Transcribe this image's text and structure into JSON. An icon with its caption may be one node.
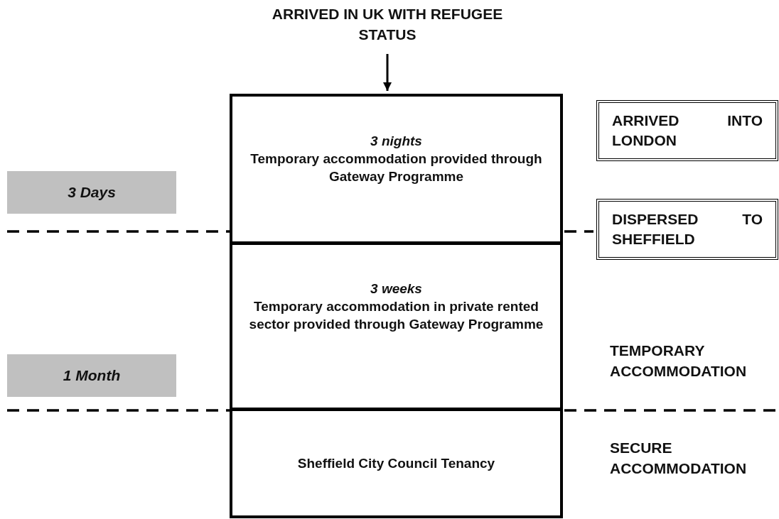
{
  "diagram": {
    "nodes": [
      {
        "text": [
          "ARRIVED IN UK WITH REFUGEE STATUS"
        ]
      },
      {
        "text": [
          "3 nights",
          "Temporary accommodation provided through Gateway Programme"
        ]
      },
      {
        "text": [
          "3 weeks",
          "Temporary accommodation in private rented sector provided through Gateway Programme"
        ]
      },
      {
        "text": [
          "Sheffield City Council Tenancy"
        ]
      },
      {
        "text": [
          "3 Days"
        ]
      },
      {
        "text": [
          "1 Month"
        ]
      },
      {
        "text": [
          "ARRIVED INTO LONDON"
        ]
      },
      {
        "text": [
          "DISPERSED TO SHEFFIELD"
        ]
      }
    ],
    "edges": [
      {
        "from": 0,
        "to": 1,
        "arrow": "to"
      }
    ],
    "labels": [
      "TEMPORARY ACCOMMODATION",
      "SECURE ACCOMMODATION"
    ]
  }
}
